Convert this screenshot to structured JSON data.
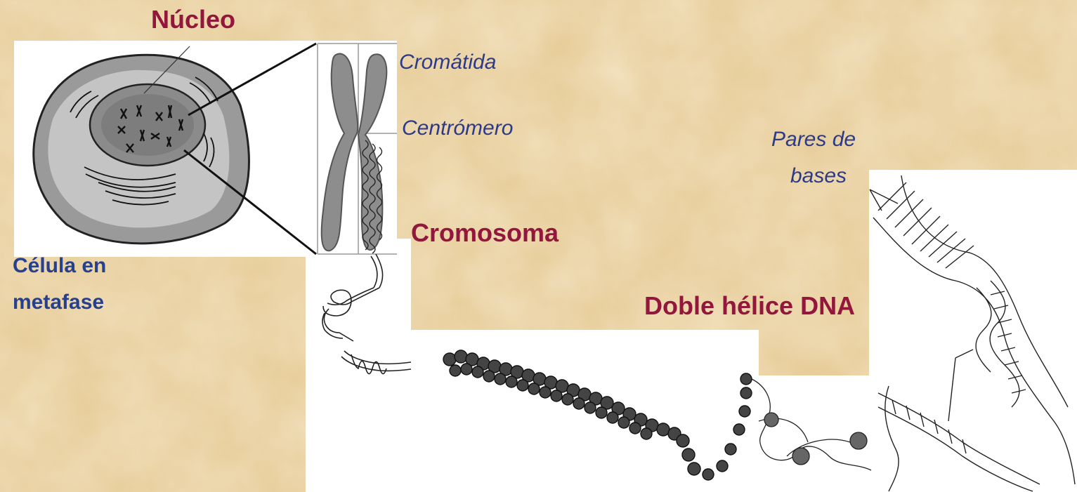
{
  "labels": {
    "nucleus": "Núcleo",
    "chromatid": "Cromátida",
    "centromere": "Centrómero",
    "base_pairs_line1": "Pares de",
    "base_pairs_line2": "bases",
    "chromosome": "Cromosoma",
    "cell_line1": "Célula en",
    "cell_line2": "metafase",
    "double_helix": "Doble hélice DNA"
  },
  "colors": {
    "title_red": "#93173c",
    "title_blue": "#27408e",
    "italic_blue": "#2c3a8a",
    "parchment": "#e9cf9c"
  }
}
